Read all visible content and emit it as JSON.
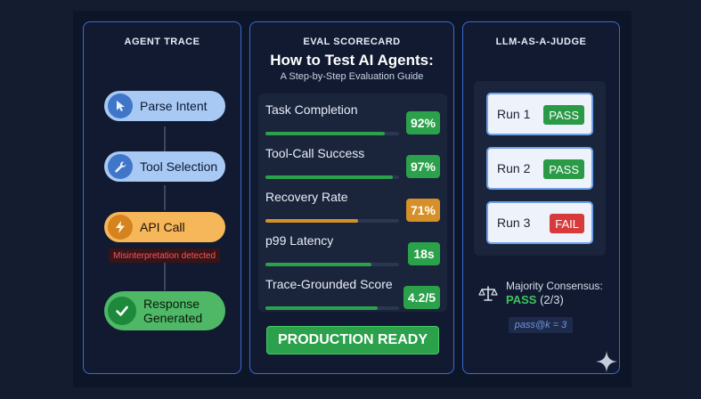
{
  "agent_trace": {
    "title": "AGENT TRACE",
    "steps": [
      {
        "label": "Parse Intent",
        "icon": "cursor-icon"
      },
      {
        "label": "Tool Selection",
        "icon": "wrench-icon"
      },
      {
        "label": "API Call",
        "icon": "lightning-icon"
      },
      {
        "label": "Response",
        "label2": "Generated",
        "icon": "checkmark-icon"
      }
    ],
    "warning": "Misinterpretation detected"
  },
  "scorecard": {
    "title": "EVAL SCORECARD",
    "heading": "How to Test AI Agents:",
    "subheading": "A Step-by-Step Evaluation Guide",
    "metrics": [
      {
        "label": "Task Completion",
        "value": "92%",
        "progress": 0.89,
        "color": "#2aa14a"
      },
      {
        "label": "Tool-Call Success",
        "value": "97%",
        "progress": 0.95,
        "color": "#2aa14a"
      },
      {
        "label": "Recovery Rate",
        "value": "71%",
        "progress": 0.69,
        "color": "#d6902a"
      },
      {
        "label": "p99 Latency",
        "value": "18s",
        "progress": 0.79,
        "color": "#2aa14a"
      },
      {
        "label": "Trace-Grounded Score",
        "value": "4.2/5",
        "progress": 0.84,
        "color": "#2aa14a"
      }
    ],
    "status": "PRODUCTION READY"
  },
  "judge": {
    "title": "LLM-AS-A-JUDGE",
    "runs": [
      {
        "label": "Run 1",
        "result": "PASS",
        "color": "#2a9a47"
      },
      {
        "label": "Run 2",
        "result": "PASS",
        "color": "#2a9a47"
      },
      {
        "label": "Run 3",
        "result": "FAIL",
        "color": "#d63a3a"
      }
    ],
    "consensus_label": "Majority Consensus:",
    "consensus_result": "PASS",
    "consensus_ratio": "(2/3)",
    "pass_at_k": "pass@k = 3"
  },
  "colors": {
    "accent_border": "#3a6ad6",
    "pass_green": "#2aa14a",
    "warn_orange": "#d6902a",
    "fail_red": "#d63a3a"
  }
}
